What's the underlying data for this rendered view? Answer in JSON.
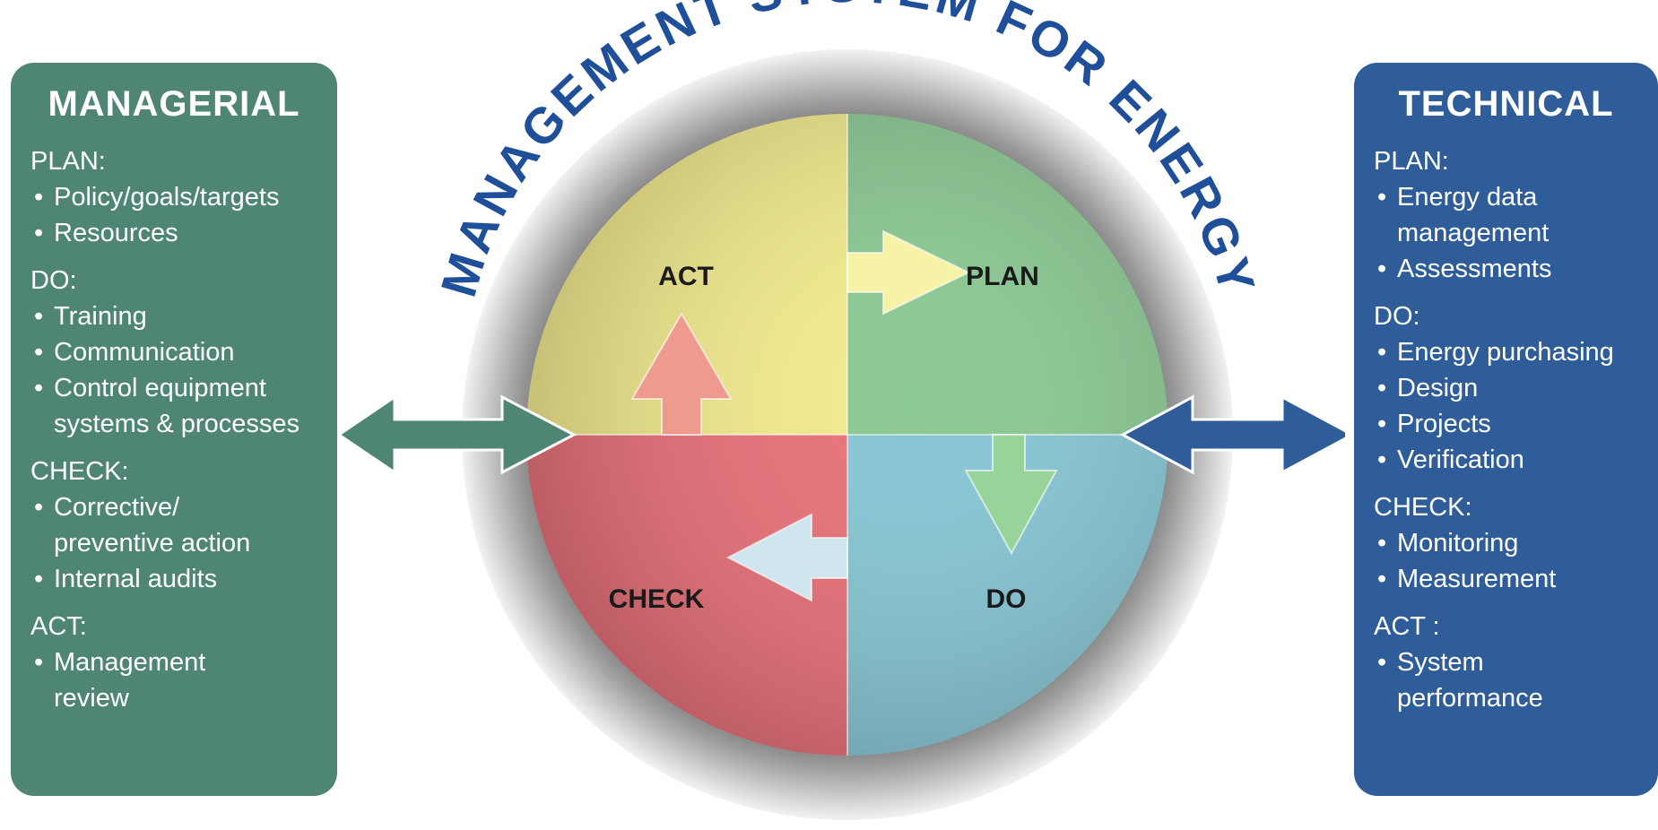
{
  "title": "MANAGEMENT SYSTEM FOR ENERGY",
  "quadrants": {
    "act": "ACT",
    "plan": "PLAN",
    "check": "CHECK",
    "do": "DO"
  },
  "colors": {
    "managerial_panel": "#4e8673",
    "technical_panel": "#2f5d9a",
    "title_text": "#1f4f99",
    "act_quadrant": "#f2ea8e",
    "plan_quadrant": "#8cc893",
    "check_quadrant": "#e8727a",
    "do_quadrant": "#87c6d4"
  },
  "managerial": {
    "title": "MANAGERIAL",
    "sections": [
      {
        "phase": "PLAN:",
        "items": [
          "Policy/goals/targets",
          "Resources"
        ]
      },
      {
        "phase": "DO:",
        "items": [
          "Training",
          "Communication",
          "Control equipment\nsystems & processes"
        ]
      },
      {
        "phase": "CHECK:",
        "items": [
          "Corrective/\npreventive action",
          "Internal audits"
        ]
      },
      {
        "phase": "ACT:",
        "items": [
          "Management\nreview"
        ]
      }
    ]
  },
  "technical": {
    "title": "TECHNICAL",
    "sections": [
      {
        "phase": "PLAN:",
        "items": [
          "Energy data\nmanagement",
          "Assessments"
        ]
      },
      {
        "phase": "DO:",
        "items": [
          "Energy purchasing",
          "Design",
          "Projects",
          "Verification"
        ]
      },
      {
        "phase": "CHECK:",
        "items": [
          "Monitoring",
          "Measurement"
        ]
      },
      {
        "phase": "ACT :",
        "items": [
          "System\nperformance"
        ]
      }
    ]
  }
}
